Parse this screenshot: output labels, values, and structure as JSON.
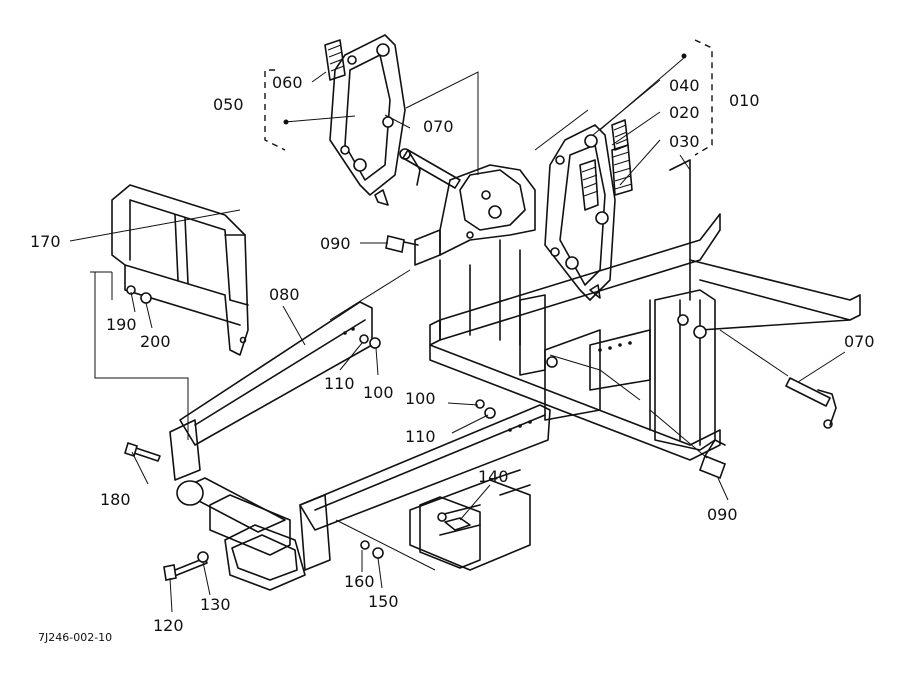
{
  "diagram": {
    "drawing_code": "7J246-002-10",
    "callouts": [
      {
        "id": "c010",
        "label": "010"
      },
      {
        "id": "c020",
        "label": "020"
      },
      {
        "id": "c030",
        "label": "030"
      },
      {
        "id": "c040",
        "label": "040"
      },
      {
        "id": "c050",
        "label": "050"
      },
      {
        "id": "c060",
        "label": "060"
      },
      {
        "id": "c070a",
        "label": "070"
      },
      {
        "id": "c070b",
        "label": "070"
      },
      {
        "id": "c080",
        "label": "080"
      },
      {
        "id": "c090a",
        "label": "090"
      },
      {
        "id": "c090b",
        "label": "090"
      },
      {
        "id": "c100a",
        "label": "100"
      },
      {
        "id": "c100b",
        "label": "100"
      },
      {
        "id": "c110a",
        "label": "110"
      },
      {
        "id": "c110b",
        "label": "110"
      },
      {
        "id": "c120",
        "label": "120"
      },
      {
        "id": "c130",
        "label": "130"
      },
      {
        "id": "c140",
        "label": "140"
      },
      {
        "id": "c150",
        "label": "150"
      },
      {
        "id": "c160",
        "label": "160"
      },
      {
        "id": "c170",
        "label": "170"
      },
      {
        "id": "c180",
        "label": "180"
      },
      {
        "id": "c190",
        "label": "190"
      },
      {
        "id": "c200",
        "label": "200"
      }
    ]
  }
}
